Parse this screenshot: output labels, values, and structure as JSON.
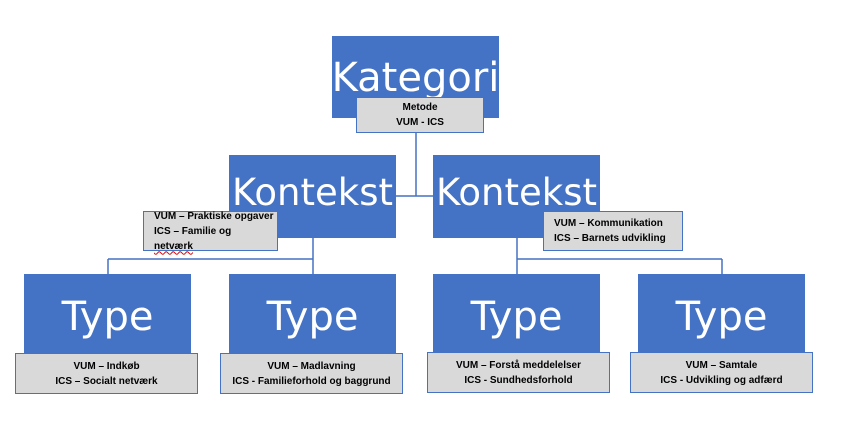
{
  "colors": {
    "box_fill": "#4472c4",
    "label_fill": "#d9d9d9",
    "connector": "#4472c4",
    "spellcheck": "#e00000"
  },
  "root": {
    "title": "Kategori",
    "label_lines": [
      "Metode",
      "VUM - ICS"
    ]
  },
  "contexts": [
    {
      "title": "Kontekst",
      "label_lines": [
        "VUM – Praktiske opgaver",
        "ICS – Familie og "
      ],
      "flagged_word": "netværk"
    },
    {
      "title": "Kontekst",
      "label_lines": [
        "VUM – Kommunikation",
        "ICS – Barnets udvikling"
      ]
    }
  ],
  "types": [
    {
      "title": "Type",
      "label_lines": [
        "VUM – Indkøb",
        "ICS – Socialt netværk"
      ]
    },
    {
      "title": "Type",
      "label_lines": [
        "VUM – Madlavning",
        "ICS - Familieforhold og baggrund"
      ]
    },
    {
      "title": "Type",
      "label_lines": [
        "VUM – Forstå meddelelser",
        "ICS - Sundhedsforhold"
      ]
    },
    {
      "title": "Type",
      "label_lines": [
        "VUM – Samtale",
        "ICS - Udvikling og adfærd"
      ]
    }
  ]
}
